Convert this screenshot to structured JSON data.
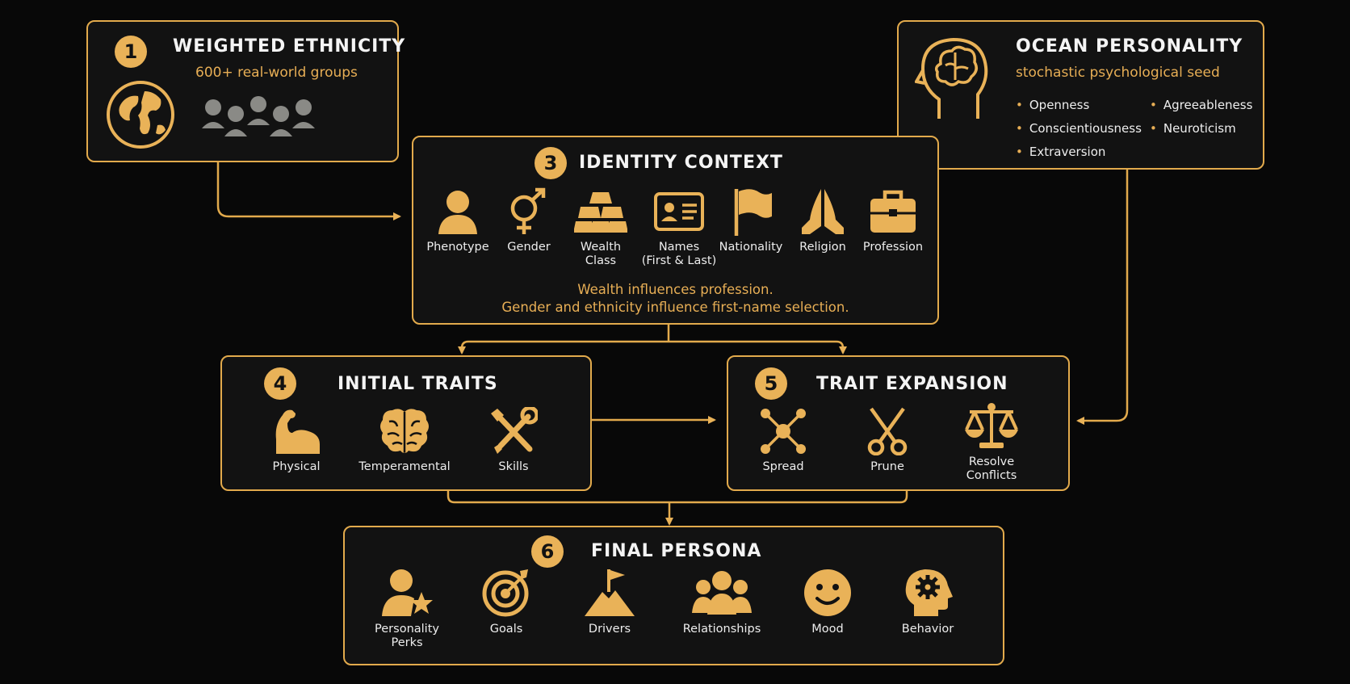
{
  "colors": {
    "accent": "#e9b258",
    "box_border": "#e2aa4c",
    "background": "#080808",
    "box_fill": "#121212"
  },
  "nodes": {
    "weighted_ethnicity": {
      "number": "1",
      "title": "WEIGHTED ETHNICITY",
      "subtitle": "600+ real-world groups",
      "icons": [
        "globe-icon",
        "people-group-icon"
      ]
    },
    "ocean_personality": {
      "title": "OCEAN PERSONALITY",
      "subtitle": "stochastic psychological seed",
      "icon": "head-brain-icon",
      "traits": [
        "Openness",
        "Agreeableness",
        "Conscientiousness",
        "Neuroticism",
        "Extraversion"
      ]
    },
    "identity_context": {
      "number": "3",
      "title": "IDENTITY CONTEXT",
      "items": [
        {
          "label": "Phenotype",
          "icon": "person-icon"
        },
        {
          "label": "Gender",
          "icon": "gender-icon"
        },
        {
          "label": "Wealth\nClass",
          "icon": "gold-bars-icon"
        },
        {
          "label": "Names\n(First & Last)",
          "icon": "id-card-icon"
        },
        {
          "label": "Nationality",
          "icon": "flag-icon"
        },
        {
          "label": "Religion",
          "icon": "praying-hands-icon"
        },
        {
          "label": "Profession",
          "icon": "briefcase-icon"
        }
      ],
      "note_line1": "Wealth influences profession.",
      "note_line2": "Gender and ethnicity influence first-name selection."
    },
    "initial_traits": {
      "number": "4",
      "title": "INITIAL TRAITS",
      "items": [
        {
          "label": "Physical",
          "icon": "flexed-arm-icon"
        },
        {
          "label": "Temperamental",
          "icon": "brain-icon"
        },
        {
          "label": "Skills",
          "icon": "tools-icon"
        }
      ]
    },
    "trait_expansion": {
      "number": "5",
      "title": "TRAIT EXPANSION",
      "items": [
        {
          "label": "Spread",
          "icon": "spread-nodes-icon"
        },
        {
          "label": "Prune",
          "icon": "scissors-icon"
        },
        {
          "label": "Resolve\nConflicts",
          "icon": "scales-icon"
        }
      ]
    },
    "final_persona": {
      "number": "6",
      "title": "FINAL PERSONA",
      "items": [
        {
          "label": "Personality\nPerks",
          "icon": "person-star-icon"
        },
        {
          "label": "Goals",
          "icon": "target-icon"
        },
        {
          "label": "Drivers",
          "icon": "mountain-flag-icon"
        },
        {
          "label": "Relationships",
          "icon": "people-group-icon"
        },
        {
          "label": "Mood",
          "icon": "smiley-icon"
        },
        {
          "label": "Behavior",
          "icon": "head-gear-icon"
        }
      ]
    }
  },
  "edges": [
    {
      "from": "weighted_ethnicity",
      "to": "identity_context"
    },
    {
      "from": "identity_context",
      "to": "initial_traits"
    },
    {
      "from": "identity_context",
      "to": "trait_expansion"
    },
    {
      "from": "initial_traits",
      "to": "trait_expansion"
    },
    {
      "from": "ocean_personality",
      "to": "trait_expansion"
    },
    {
      "from": "initial_traits",
      "to": "final_persona"
    },
    {
      "from": "trait_expansion",
      "to": "final_persona"
    }
  ]
}
